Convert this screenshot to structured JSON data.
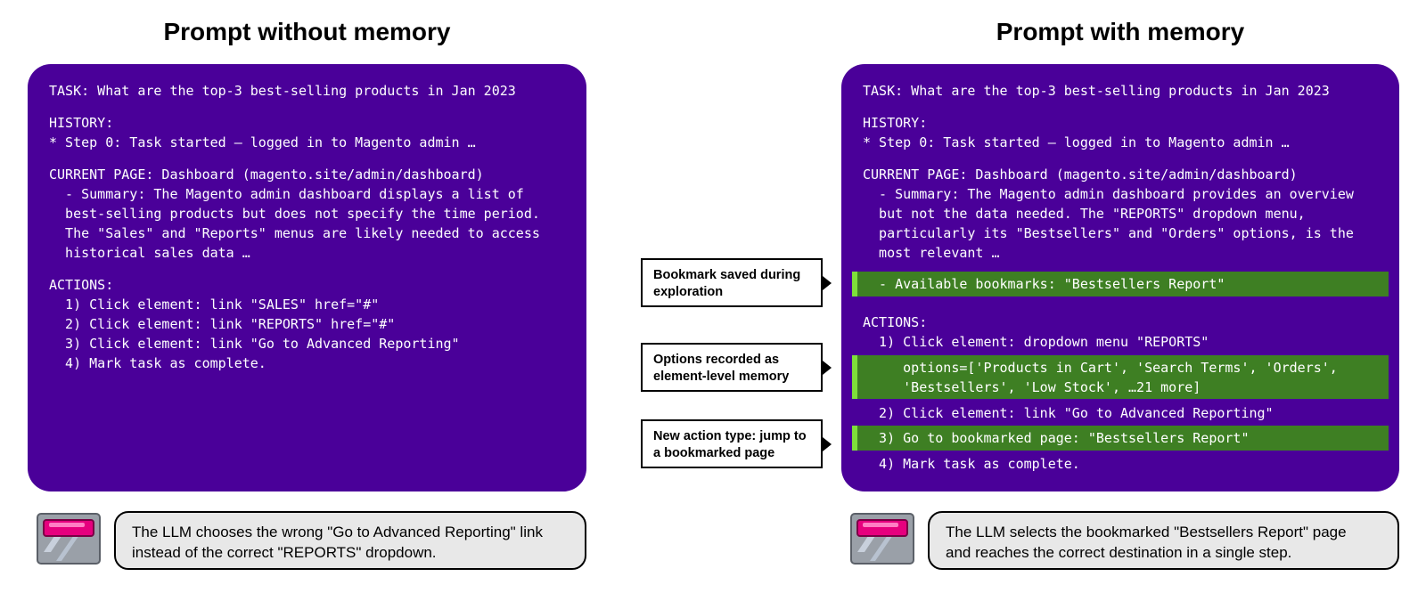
{
  "left": {
    "title": "Prompt without memory",
    "lines": [
      "TASK: What are the top-3 best-selling products in Jan 2023",
      "HISTORY:",
      "* Step 0: Task started — logged in to Magento admin …",
      "CURRENT PAGE: Dashboard (magento.site/admin/dashboard)",
      "  - Summary: The Magento admin dashboard displays a list of",
      "  best-selling products but does not specify the time period.",
      "  The \"Sales\" and \"Reports\" menus are likely needed to access",
      "  historical sales data …",
      "ACTIONS:",
      "  1) Click element: link \"SALES\" href=\"#\"",
      "  2) Click element: link \"REPORTS\" href=\"#\"",
      "  3) Click element: link \"Go to Advanced Reporting\"",
      "  4) Mark task as complete."
    ],
    "caption_line1": "The LLM chooses the wrong \"Go to Advanced Reporting\" link",
    "caption_line2": "instead of the correct \"REPORTS\" dropdown."
  },
  "right": {
    "title": "Prompt with memory",
    "lines": [
      "TASK: What are the top-3 best-selling products in Jan 2023",
      "HISTORY:",
      "* Step 0: Task started — logged in to Magento admin …",
      "CURRENT PAGE: Dashboard (magento.site/admin/dashboard)",
      "  - Summary: The Magento admin dashboard provides an overview",
      "  but not the data needed. The \"REPORTS\" dropdown menu,",
      "  particularly its \"Bestsellers\" and \"Orders\" options, is the",
      "  most relevant …",
      "  - Available bookmarks: \"Bestsellers Report\"",
      "ACTIONS:",
      "  1) Click element: dropdown menu \"REPORTS\"",
      "     options=['Products in Cart', 'Search Terms', 'Orders',",
      "     'Bestsellers', 'Low Stock', …21 more]",
      "  2) Click element: link \"Go to Advanced Reporting\"",
      "  3) Go to bookmarked page: \"Bestsellers Report\"",
      "  4) Mark task as complete."
    ],
    "caption_line1": "The LLM selects the bookmarked \"Bestsellers Report\" page",
    "caption_line2": "and reaches the correct destination in a single step."
  },
  "callouts": [
    {
      "line1": "Bookmark saved during",
      "line2": "exploration"
    },
    {
      "line1": "Options recorded as",
      "line2": "element-level memory"
    },
    {
      "line1": "New action type: jump to",
      "line2": "a bookmarked page"
    }
  ],
  "colors": {
    "panel_bg": "#4a0099",
    "highlight_bg": "#3e7f23",
    "highlight_bar": "#7ee03a",
    "robot_screen": "#e6007e"
  },
  "icons": {
    "robot": "robot-agent-icon",
    "arrow": "triangle-right-icon"
  }
}
